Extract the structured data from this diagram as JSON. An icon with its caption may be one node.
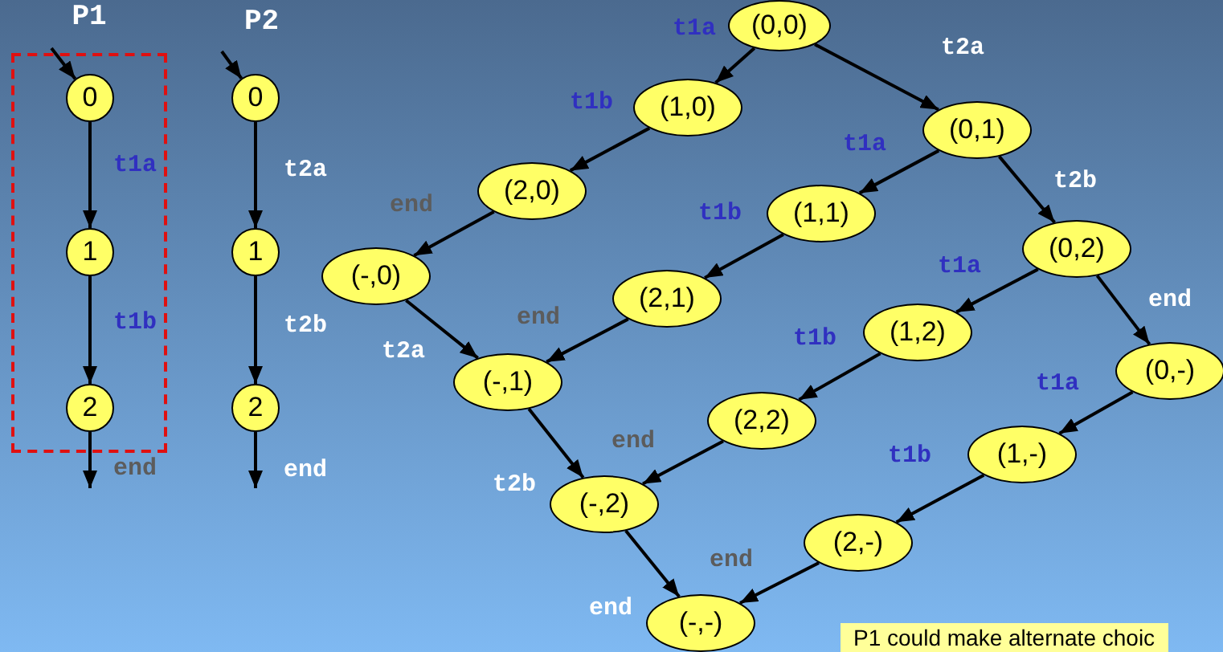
{
  "diagram": {
    "nodes": [
      {
        "text": [
          "P1"
        ]
      },
      {
        "text": [
          "0"
        ],
        "in": 0
      },
      {
        "text": [
          "1"
        ],
        "in": 0
      },
      {
        "text": [
          "2"
        ],
        "in": 0
      },
      {
        "text": [
          "0"
        ]
      },
      {
        "text": [
          "1"
        ]
      },
      {
        "text": [
          "2"
        ]
      },
      {
        "text": [
          "(0,0)"
        ]
      },
      {
        "text": [
          "(1,0)"
        ]
      },
      {
        "text": [
          "(0,1)"
        ]
      },
      {
        "text": [
          "(2,0)"
        ]
      },
      {
        "text": [
          "(1,1)"
        ]
      },
      {
        "text": [
          "(-,0)"
        ]
      },
      {
        "text": [
          "(0,2)"
        ]
      },
      {
        "text": [
          "(2,1)"
        ]
      },
      {
        "text": [
          "(1,2)"
        ]
      },
      {
        "text": [
          "(-,1)"
        ]
      },
      {
        "text": [
          "(0,-)"
        ]
      },
      {
        "text": [
          "(2,2)"
        ]
      },
      {
        "text": [
          "(1,-)"
        ]
      },
      {
        "text": [
          "(-,2)"
        ]
      },
      {
        "text": [
          "(2,-)"
        ]
      },
      {
        "text": [
          "(-,-)"
        ]
      }
    ],
    "edges": [
      {
        "from": null,
        "to": 1,
        "arrow": "to"
      },
      {
        "from": 1,
        "to": 2,
        "arrow": "to",
        "label": "t1a"
      },
      {
        "from": 2,
        "to": 3,
        "arrow": "to",
        "label": "t1b"
      },
      {
        "from": 3,
        "to": null,
        "arrow": "to",
        "label": "end"
      },
      {
        "from": null,
        "to": 4,
        "arrow": "to"
      },
      {
        "from": 4,
        "to": 5,
        "arrow": "to",
        "label": "t2a"
      },
      {
        "from": 5,
        "to": 6,
        "arrow": "to",
        "label": "t2b"
      },
      {
        "from": 6,
        "to": null,
        "arrow": "to",
        "label": "end"
      },
      {
        "from": 7,
        "to": 8,
        "arrow": "to",
        "label": "t1a"
      },
      {
        "from": 7,
        "to": 9,
        "arrow": "to",
        "label": "t2a"
      },
      {
        "from": 8,
        "to": 10,
        "arrow": "to",
        "label": "t1b"
      },
      {
        "from": 9,
        "to": 11,
        "arrow": "to",
        "label": "t1a"
      },
      {
        "from": 9,
        "to": 13,
        "arrow": "to",
        "label": "t2b"
      },
      {
        "from": 10,
        "to": 12,
        "arrow": "to",
        "label": "end"
      },
      {
        "from": 11,
        "to": 14,
        "arrow": "to",
        "label": "t1b"
      },
      {
        "from": 13,
        "to": 15,
        "arrow": "to",
        "label": "t1a"
      },
      {
        "from": 13,
        "to": 17,
        "arrow": "to",
        "label": "end"
      },
      {
        "from": 12,
        "to": 16,
        "arrow": "to",
        "label": "t2a"
      },
      {
        "from": 14,
        "to": 16,
        "arrow": "to",
        "label": "end"
      },
      {
        "from": 15,
        "to": 18,
        "arrow": "to",
        "label": "t1b"
      },
      {
        "from": 17,
        "to": 19,
        "arrow": "to",
        "label": "t1a"
      },
      {
        "from": 16,
        "to": 20,
        "arrow": "to",
        "label": "t2b"
      },
      {
        "from": 18,
        "to": 20,
        "arrow": "to",
        "label": "end"
      },
      {
        "from": 19,
        "to": 21,
        "arrow": "to",
        "label": "t1b"
      },
      {
        "from": 20,
        "to": 22,
        "arrow": "to",
        "label": "end"
      },
      {
        "from": 21,
        "to": 22,
        "arrow": "to",
        "label": "end"
      }
    ],
    "labels": [
      "P2",
      "P1 could make alternate choic"
    ]
  }
}
